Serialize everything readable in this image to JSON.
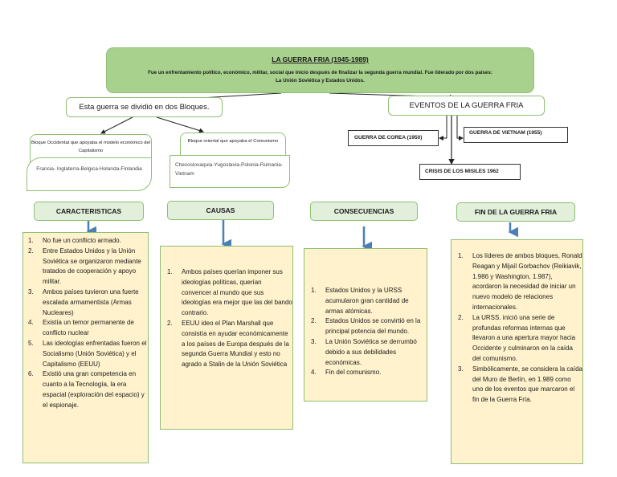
{
  "main": {
    "title": "LA GUERRA FRIA (1945-1989)",
    "description_line1": "Fue un enfrentamiento político, económico, militar, social que inicio después de finalizar la segunda guerra mundial. Fue liderado por dos países:",
    "description_line2": "La Unión Soviética y Estados Unidos."
  },
  "bloques": {
    "label": "Esta guerra se dividió en dos Bloques.",
    "occidental": {
      "label": "Bloque Occidental que apoyaba el modelo económico del Capitalismo",
      "countries": "Francia- Inglaterra-Belgica-Holanda-Finlandia"
    },
    "oriental": {
      "label": "Bloque oriental que apoyaba el Comunismo",
      "countries": "Checoslovaquia-Yugoslavia-Polonia-Rumania- Vietnam"
    }
  },
  "eventos": {
    "label": "EVENTOS DE LA GUERRA FRIA",
    "items": [
      "GUERRA DE COREA (1950)",
      "GUERRA DE VIETNAM (1955)",
      "CRISIS DE LOS MISILES 1962"
    ]
  },
  "sections": {
    "caracteristicas": {
      "title": "CARACTERISTICAS",
      "items": [
        {
          "num": "1.",
          "text": "No fue un conflicto armado."
        },
        {
          "num": "2.",
          "text": "Entre Estados Unidos y la Unión Soviética se organizaron mediante tratados de cooperación y apoyo militar."
        },
        {
          "num": "3.",
          "text": "Ambos países tuvieron una fuerte escalada armamentista (Armas Nucleares)"
        },
        {
          "num": "4.",
          "text": "Existía un temor permanente de conflicto nuclear"
        },
        {
          "num": "5.",
          "text": "Las ideologías enfrentadas fueron el Socialismo (Unión Soviética) y el Capitalismo (EEUU)"
        },
        {
          "num": "6.",
          "text": "Existió una gran competencia en cuanto a la Tecnología, la era espacial (exploración del espacio) y el espionaje."
        }
      ]
    },
    "causas": {
      "title": "CAUSAS",
      "items": [
        {
          "num": "1.",
          "text": "Ambos países querían imponer sus ideologías políticas, querían convencer al mundo que sus ideologías era mejor que las del bando contrario."
        },
        {
          "num": "2.",
          "text": "EEUU ideo el Plan Marshall que consistía en ayudar económicamente a los países de Europa después de la segunda Guerra Mundial y esto no agrado a Stalin de la Unión Soviética"
        }
      ]
    },
    "consecuencias": {
      "title": "CONSECUENCIAS",
      "items": [
        {
          "num": "1.",
          "text": "Estados Unidos y la URSS acumularon gran cantidad de armas atómicas."
        },
        {
          "num": "2.",
          "text": "Estados Unidos se convirtió en la principal potencia del mundo."
        },
        {
          "num": "3.",
          "text": "La Unión Soviética se derrumbó debido a sus debilidades económicas."
        },
        {
          "num": "4.",
          "text": "Fin del comunismo."
        }
      ]
    },
    "fin": {
      "title": "FIN DE LA GUERRA FRIA",
      "items": [
        {
          "num": "1.",
          "text": "Los líderes de ambos bloques, Ronald Reagan y Mijaíl Gorbachov (Reikiavik, 1.986 y Washington, 1.987), acordaron la necesidad de iniciar un nuevo modelo de relaciones internacionales."
        },
        {
          "num": "2.",
          "text": "La URSS. inició una serie de profundas reformas internas que llevaron a una apertura mayor hacia Occidente y culminaron en la caída del comunismo."
        },
        {
          "num": "3.",
          "text": "Simbólicamente, se considera la caída del Muro de Berlín, en 1.989 como uno de los eventos que marcaron el fin de la Guerra Fría."
        }
      ]
    }
  },
  "colors": {
    "main_fill": "#a9d18e",
    "border_green": "#8fbf73",
    "header_fill": "#e2efda",
    "content_fill": "#fff2cc",
    "arrow_blue": "#4a7fb5"
  }
}
